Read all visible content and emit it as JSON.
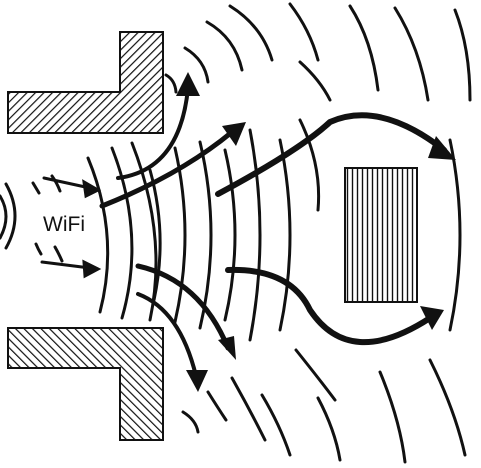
{
  "diagram": {
    "label": "WiFi",
    "colors": {
      "ink": "#111111",
      "background": "#ffffff"
    },
    "icons": {
      "source": "wifi-source-icon",
      "obstacle_top": "hatched-wall-top",
      "obstacle_bottom": "hatched-wall-bottom",
      "receiver": "striped-receiver-block"
    }
  }
}
